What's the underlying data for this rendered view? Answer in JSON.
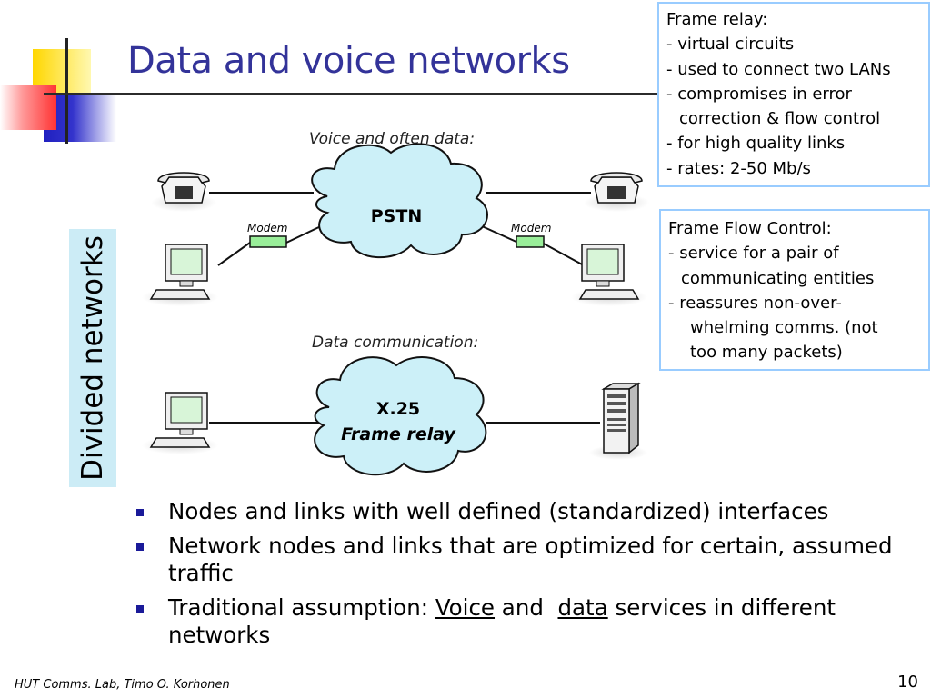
{
  "title": "Data and voice networks",
  "side_label": "Divided networks",
  "frame_relay_box": {
    "lines": [
      "Frame relay:",
      "- virtual circuits",
      "- used to connect two LANs",
      "- compromises in error",
      "correction & flow control",
      "- for high quality links",
      "- rates: 2-50 Mb/s"
    ]
  },
  "flow_control_box": {
    "lines": [
      "Frame Flow Control:",
      "- service for a pair of",
      "communicating entities",
      "- reassures non-over-",
      "whelming comms. (not",
      "too many packets)"
    ]
  },
  "diagram": {
    "voice_caption": "Voice and often data:",
    "data_caption": "Data communication:",
    "pstn_label": "PSTN",
    "x25_label": "X.25",
    "frame_relay_label": "Frame relay",
    "modem_left": "Modem",
    "modem_right": "Modem"
  },
  "bullets": {
    "b1": "Nodes and links with well defined (standardized) interfaces",
    "b2": "Network nodes and links that are optimized for certain, assumed traffic",
    "b3_pre": "Traditional assumption: ",
    "b3_voice": "Voice",
    "b3_and": " and  ",
    "b3_data": "data",
    "b3_post": " services in different networks"
  },
  "footer": "HUT Comms. Lab, Timo O. Korhonen",
  "page_number": "10",
  "colors": {
    "title": "#333399",
    "box_border": "#99ccff",
    "cloud_fill": "#ccf0f8",
    "side_label_bg": "#ccecf6",
    "bullet": "#1a1a99"
  }
}
